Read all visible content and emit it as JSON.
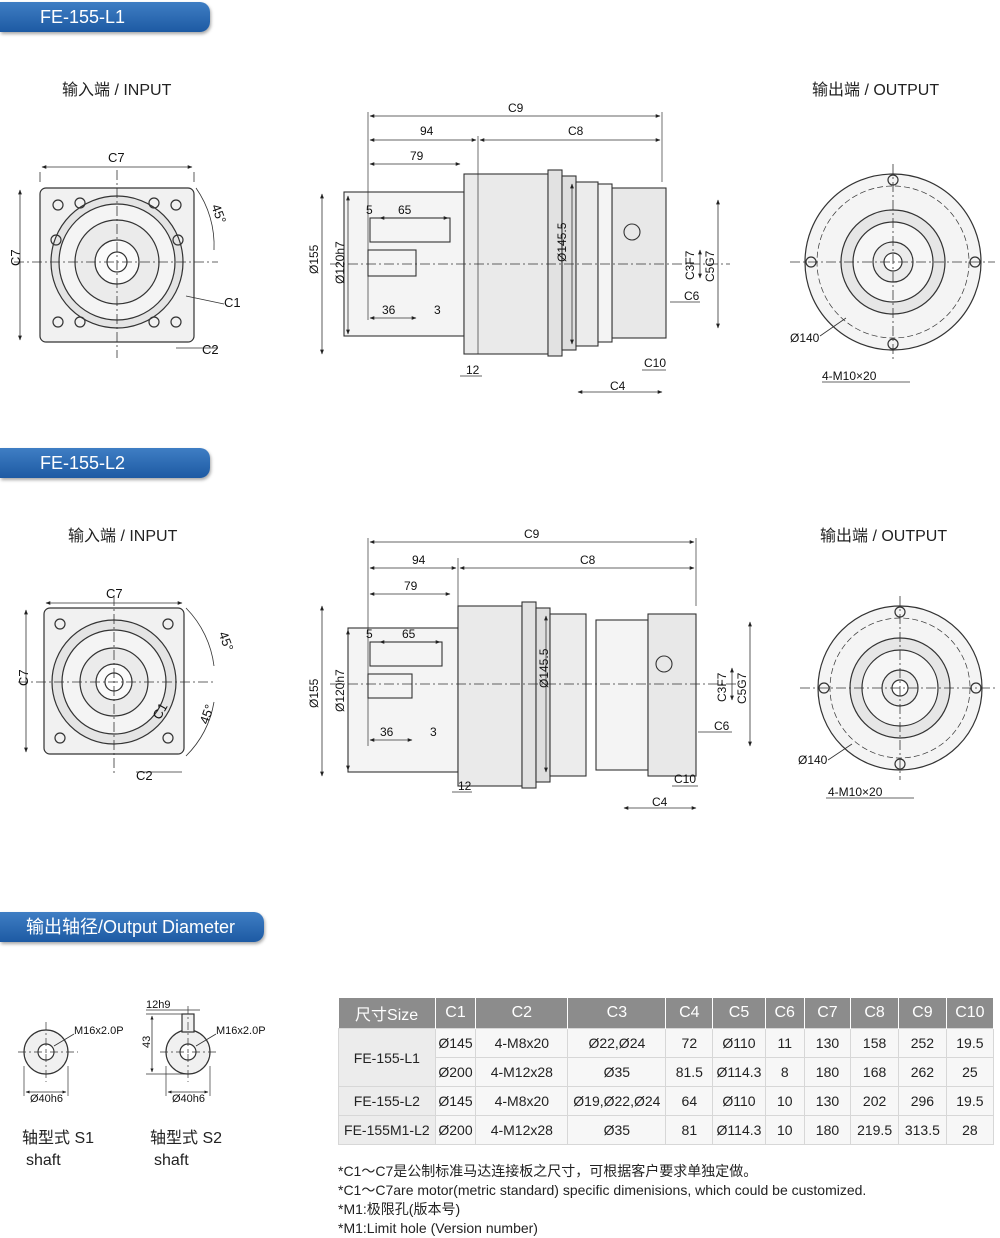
{
  "sections": {
    "l1_title": "FE-155-L1",
    "l2_title": "FE-155-L2",
    "od_title": "输出轴径/Output Diameter"
  },
  "views": {
    "input": "输入端 / INPUT",
    "output": "输出端 / OUTPUT"
  },
  "dims": {
    "c1": "C1",
    "c2": "C2",
    "c3f7": "C3F7",
    "c4": "C4",
    "c5g7": "C5G7",
    "c6": "C6",
    "c7": "C7",
    "c8": "C8",
    "c9": "C9",
    "c10": "C10",
    "d45": "45°",
    "n94": "94",
    "n79": "79",
    "n5": "5",
    "n65": "65",
    "n36": "36",
    "n3": "3",
    "n12": "12",
    "d155": "Ø155",
    "d120h7": "Ø120h7",
    "d145_5": "Ø145.5",
    "d140": "Ø140",
    "m10": "4-M10×20"
  },
  "shafts": {
    "thread": "M16x2.0P",
    "diameter": "Ø40h6",
    "key_width": "12h9",
    "key_height": "43",
    "s1_cn": "轴型式 S1",
    "s1_en": "shaft",
    "s2_cn": "轴型式 S2",
    "s2_en": "shaft"
  },
  "table": {
    "headers": [
      "尺寸Size",
      "C1",
      "C2",
      "C3",
      "C4",
      "C5",
      "C6",
      "C7",
      "C8",
      "C9",
      "C10"
    ],
    "groups": [
      {
        "model": "FE-155-L1",
        "rows": [
          [
            "Ø145",
            "4-M8x20",
            "Ø22,Ø24",
            "72",
            "Ø110",
            "11",
            "130",
            "158",
            "252",
            "19.5"
          ],
          [
            "Ø200",
            "4-M12x28",
            "Ø35",
            "81.5",
            "Ø114.3",
            "8",
            "180",
            "168",
            "262",
            "25"
          ]
        ]
      },
      {
        "model": "FE-155-L2",
        "rows": [
          [
            "Ø145",
            "4-M8x20",
            "Ø19,Ø22,Ø24",
            "64",
            "Ø110",
            "10",
            "130",
            "202",
            "296",
            "19.5"
          ]
        ]
      },
      {
        "model": "FE-155M1-L2",
        "rows": [
          [
            "Ø200",
            "4-M12x28",
            "Ø35",
            "81",
            "Ø114.3",
            "10",
            "180",
            "219.5",
            "313.5",
            "28"
          ]
        ]
      }
    ]
  },
  "notes": [
    "*C1～C7是公制标准马达连接板之尺寸，可根据客户要求单独定做。",
    "*C1～C7are motor(metric standard) specific dimenisions, which could be customized.",
    "*M1:极限孔(版本号)",
    "*M1:Limit hole (Version number)"
  ]
}
